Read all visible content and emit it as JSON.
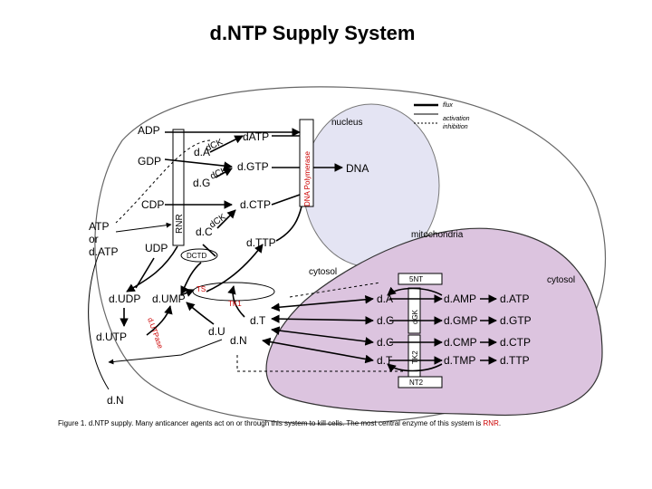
{
  "title": "d.NTP Supply System",
  "legend": {
    "flux": "flux",
    "activation": "activation",
    "inhibition": "inhibition"
  },
  "compartments": {
    "nucleus": "nucleus",
    "mitochondria": "mitochondria",
    "cytosol_left": "cytosol",
    "cytosol_right": "cytosol"
  },
  "left_nodes": {
    "adp": "ADP",
    "datp": "dATP",
    "da_enzyme": "dCK",
    "da": "d.A",
    "gdp": "GDP",
    "dgtp": "d.GTP",
    "dg_enzyme": "dCK",
    "dg": "d.G",
    "cdp": "CDP",
    "dctp": "d.CTP",
    "dc_enzyme": "dCK",
    "dc": "d.C",
    "atp_or_datp": "ATP\nor\nd.ATP",
    "udp": "UDP",
    "rnr": "RNR",
    "dttp": "d.TTP",
    "dctd": "DCTD",
    "ts": "TS",
    "dudp": "d.UDP",
    "dump": "d.UMP",
    "dutp": "d.UTP",
    "dutpase": "d.UTPase",
    "tk1": "TK1",
    "dt": "d.T",
    "du": "d.U",
    "dn_center": "d.N",
    "dna_polymerase": "DNA Polymerase",
    "dna": "DNA",
    "dn_bottom": "d.N"
  },
  "mito": {
    "enzyme_5nt": "5NT",
    "dgk": "dGK",
    "tk2": "TK2",
    "nt2": "NT2",
    "rows": [
      {
        "nuc": "d.A",
        "mono": "d.AMP",
        "tri": "d.ATP"
      },
      {
        "nuc": "d.G",
        "mono": "d.GMP",
        "tri": "d.GTP"
      },
      {
        "nuc": "d.C",
        "mono": "d.CMP",
        "tri": "d.CTP"
      },
      {
        "nuc": "d.T",
        "mono": "d.TMP",
        "tri": "d.TTP"
      }
    ]
  },
  "caption": {
    "text": "Figure 1. d.NTP supply. Many anticancer agents act on or through this system to kill cells. The most central enzyme of this system is ",
    "highlight": "RNR",
    "end": "."
  }
}
